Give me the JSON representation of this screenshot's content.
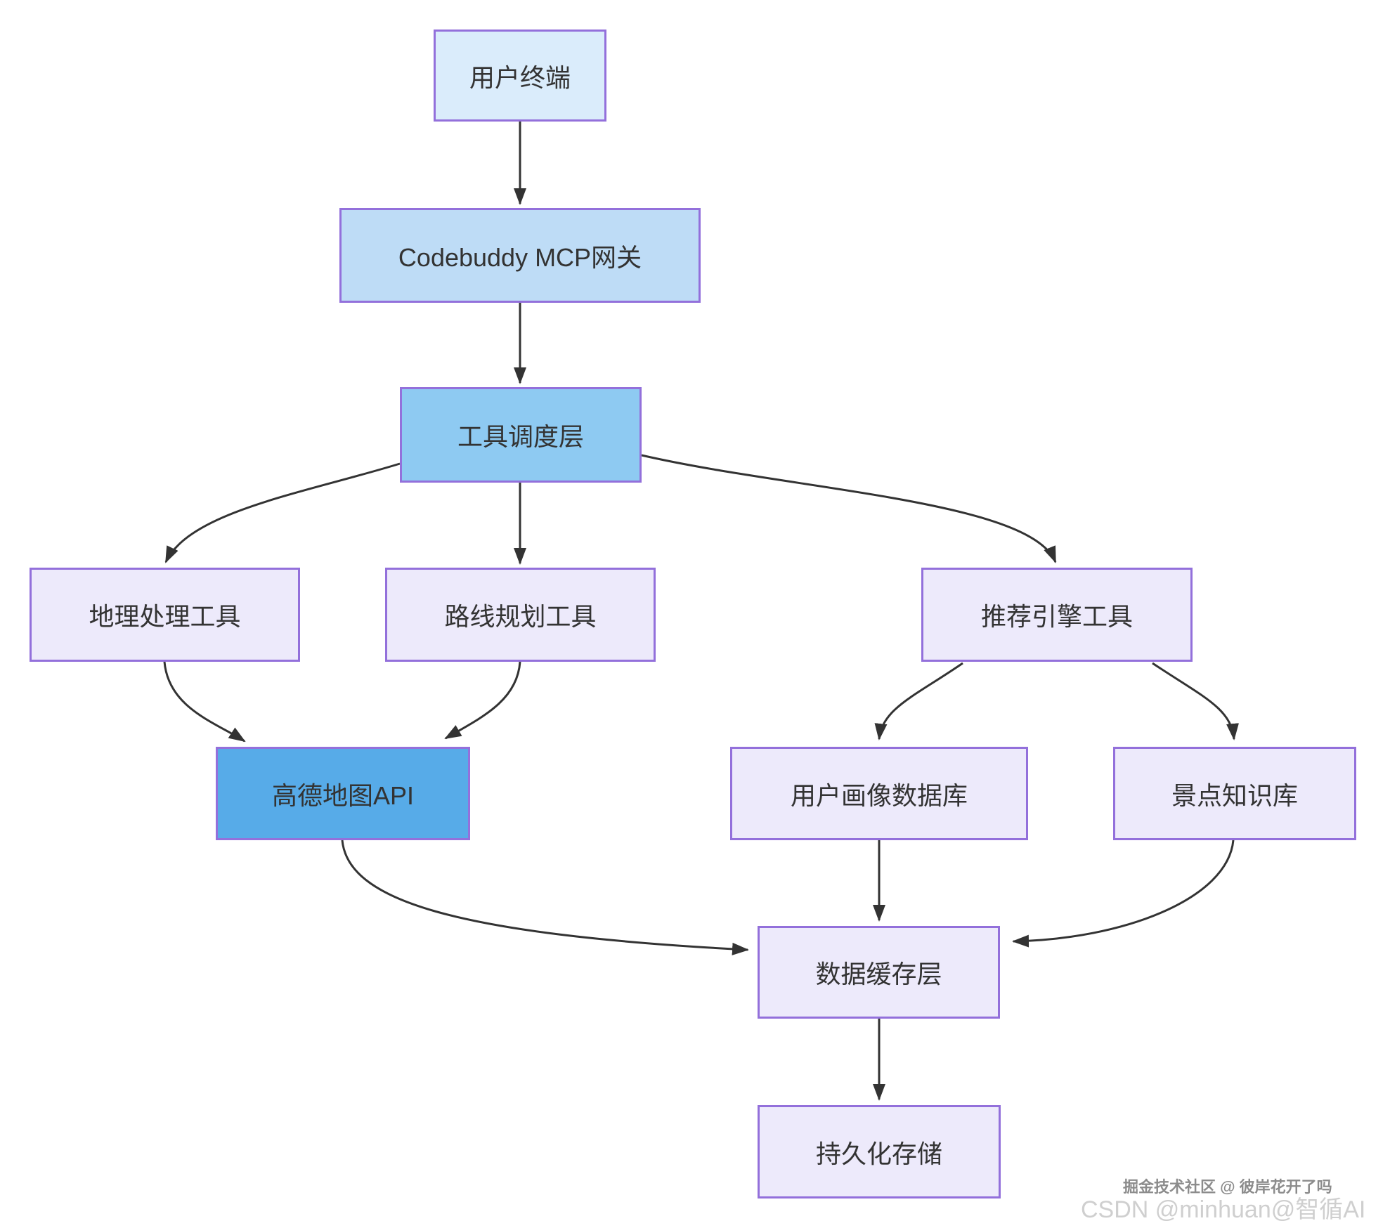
{
  "diagram_title": "Codebuddy MCP travel-service architecture flowchart",
  "nodes": {
    "user_terminal": {
      "label": "用户终端",
      "fill": "#daecfb"
    },
    "gateway": {
      "label": "Codebuddy MCP网关",
      "fill": "#bedcf6"
    },
    "scheduler": {
      "label": "工具调度层",
      "fill": "#8ecaf2"
    },
    "geo_tool": {
      "label": "地理处理工具",
      "fill": "#edeafb"
    },
    "route_tool": {
      "label": "路线规划工具",
      "fill": "#edeafb"
    },
    "recommend_tool": {
      "label": "推荐引擎工具",
      "fill": "#edeafb"
    },
    "amap_api": {
      "label": "高德地图API",
      "fill": "#57abe8"
    },
    "profile_db": {
      "label": "用户画像数据库",
      "fill": "#edeafb"
    },
    "knowledge_base": {
      "label": "景点知识库",
      "fill": "#edeafb"
    },
    "cache_layer": {
      "label": "数据缓存层",
      "fill": "#edeafb"
    },
    "storage": {
      "label": "持久化存储",
      "fill": "#edeafb"
    }
  },
  "edges": [
    {
      "from": "user_terminal",
      "to": "gateway"
    },
    {
      "from": "gateway",
      "to": "scheduler"
    },
    {
      "from": "scheduler",
      "to": "geo_tool"
    },
    {
      "from": "scheduler",
      "to": "route_tool"
    },
    {
      "from": "scheduler",
      "to": "recommend_tool"
    },
    {
      "from": "geo_tool",
      "to": "amap_api"
    },
    {
      "from": "route_tool",
      "to": "amap_api"
    },
    {
      "from": "recommend_tool",
      "to": "profile_db"
    },
    {
      "from": "recommend_tool",
      "to": "knowledge_base"
    },
    {
      "from": "amap_api",
      "to": "cache_layer"
    },
    {
      "from": "profile_db",
      "to": "cache_layer"
    },
    {
      "from": "knowledge_base",
      "to": "cache_layer"
    },
    {
      "from": "cache_layer",
      "to": "storage"
    }
  ],
  "watermarks": {
    "juejin": "掘金技术社区 @ 彼岸花开了吗",
    "csdn": "CSDN @minhuan@智循AI"
  },
  "colors": {
    "background": "#ffffff",
    "node_border": "#9370db",
    "edge": "#333333",
    "text": "#333333"
  }
}
